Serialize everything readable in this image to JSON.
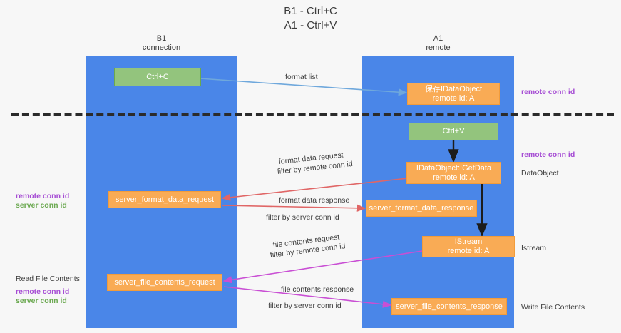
{
  "title": {
    "line1": "B1 - Ctrl+C",
    "line2": "A1 - Ctrl+V"
  },
  "lanes": [
    {
      "name": "B1",
      "sub": "connection"
    },
    {
      "name": "A1",
      "sub": "remote"
    }
  ],
  "nodes": {
    "ctrl_c": "Ctrl+C",
    "ctrl_v": "Ctrl+V",
    "save_dataobject_l1": "保存IDataObject",
    "save_dataobject_l2": "remote id: A",
    "getdata_l1": "IDataObject::GetData",
    "getdata_l2": "remote id: A",
    "istream_l1": "IStream",
    "istream_l2": "remote id: A",
    "server_format_data_request": "server_format_data_request",
    "server_format_data_response": "server_format_data_response",
    "server_file_contents_request": "server_file_contents_request",
    "server_file_contents_response": "server_file_contents_response"
  },
  "edge_labels": {
    "format_list": "format list",
    "format_data_request": "format data request",
    "format_data_request_filter_prefix": "filter by ",
    "format_data_request_filter_key": "remote conn id",
    "format_data_response": "format data response",
    "format_data_response_filter_prefix": "filter by ",
    "format_data_response_filter_key": "server conn id",
    "file_contents_request": "file contents request",
    "file_contents_request_filter_prefix": "filter by ",
    "file_contents_request_filter_key": "remote conn id",
    "file_contents_response": "file contents response",
    "file_contents_response_filter_prefix": "filter by ",
    "file_contents_response_filter_key": "server conn id"
  },
  "annotations": {
    "right_remote_conn_id_top": "remote conn id",
    "right_remote_conn_id_mid": "remote conn id",
    "right_dataobject": "DataObject",
    "right_istream": "Istream",
    "right_write_file_contents": "Write File Contents",
    "left_remote_conn_id": "remote conn id",
    "left_server_conn_id": "server conn id",
    "left_read_file_contents": "Read File Contents",
    "left_remote_conn_id_2": "remote conn id",
    "left_server_conn_id_2": "server conn id"
  },
  "colors": {
    "lane": "#4a86e8",
    "green_node": "#93c47d",
    "orange_node": "#f9ab55",
    "purple": "#a64dd4",
    "green_text": "#6aa84f",
    "red_arrow": "#e06666",
    "magenta_arrow": "#c94fd4",
    "blue_arrow": "#6fa8dc",
    "black_arrow": "#1c1c1c",
    "divider": "#2b2b2b",
    "background": "#f7f7f7"
  }
}
